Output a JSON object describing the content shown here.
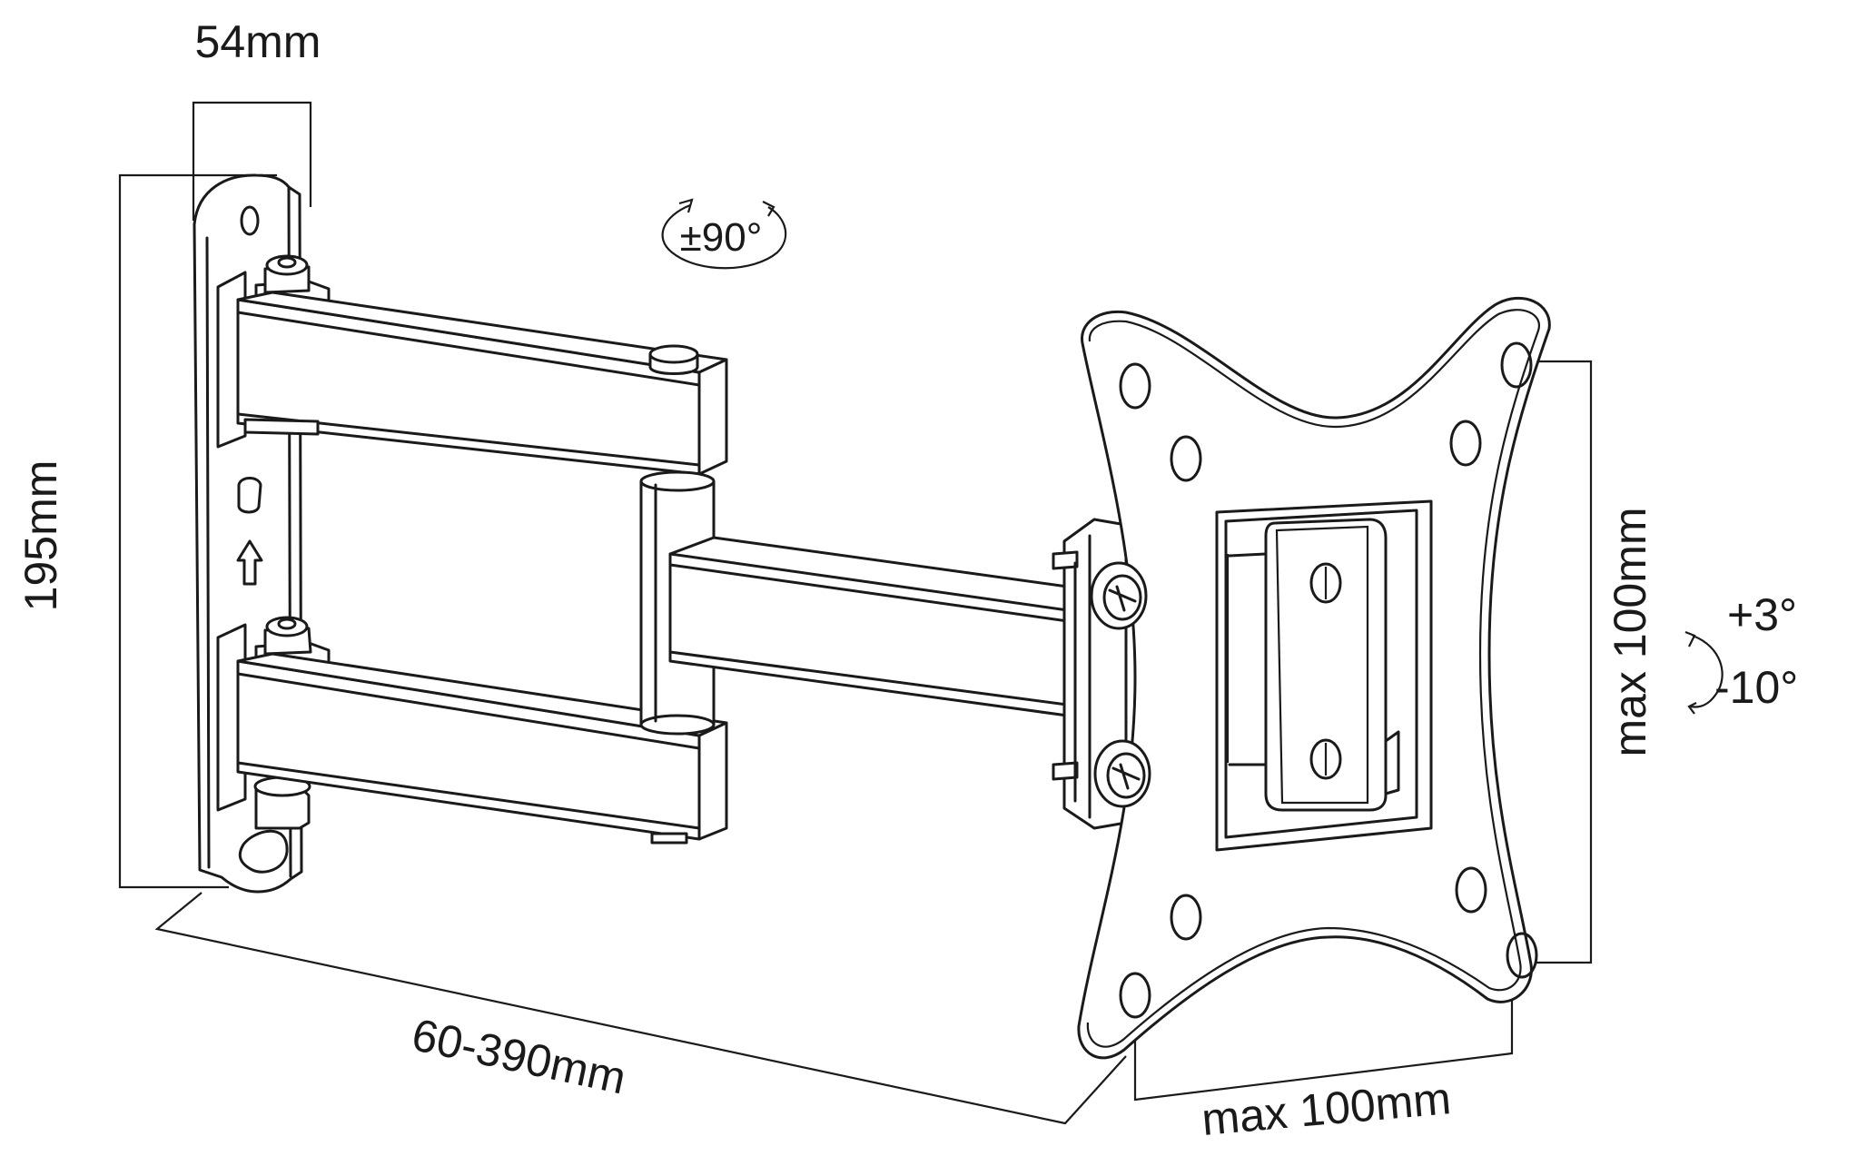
{
  "labels": {
    "depth": "54mm",
    "height": "195mm",
    "rotation": "±90°",
    "extension": "60-390mm",
    "vesa_horizontal": "max 100mm",
    "vesa_vertical": "max 100mm",
    "tilt_up": "+3°",
    "tilt_down": "-10°"
  }
}
